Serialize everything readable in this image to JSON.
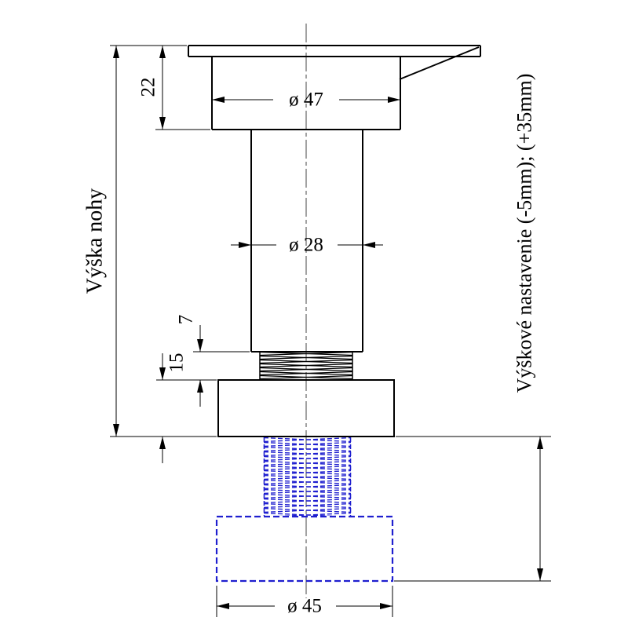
{
  "drawing": {
    "type": "technical-dimension-drawing",
    "subject": "adjustable furniture leg",
    "colors": {
      "outline": "#000000",
      "dimension": "#000000",
      "adjustable": "#1f1fcf",
      "centerline": "#444444",
      "background": "#ffffff"
    },
    "labels": {
      "height_left": "Výška nohy",
      "dim_22": "22",
      "dia_47": "ø 47",
      "dia_28": "ø 28",
      "dim_7": "7",
      "dim_15": "15",
      "dia_45": "ø 45",
      "adjustment_right": "Výškové nastavenie (-5mm); (+35mm)"
    }
  }
}
